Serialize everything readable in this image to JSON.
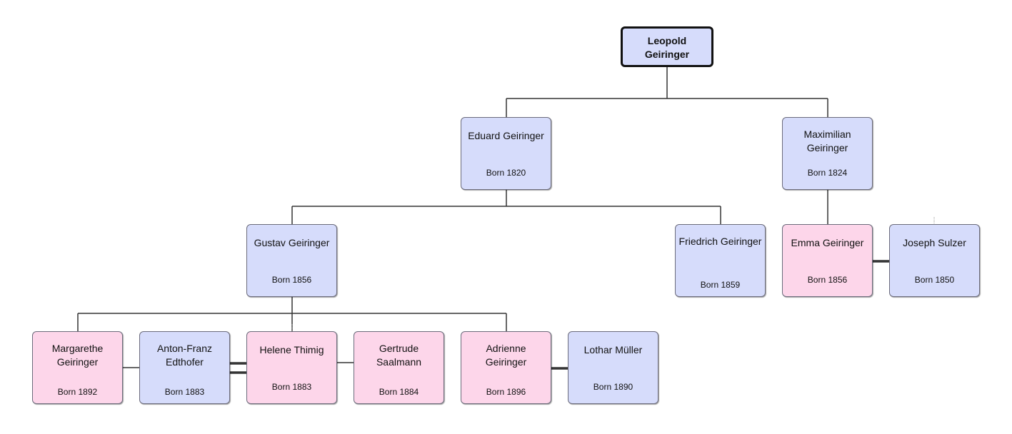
{
  "people": {
    "leopold": {
      "name": "Leopold Geiringer",
      "born": ""
    },
    "eduard": {
      "name": "Eduard Geiringer",
      "born": "Born 1820"
    },
    "maximilian": {
      "name": "Maximilian Geiringer",
      "born": "Born 1824"
    },
    "gustav": {
      "name": "Gustav Geiringer",
      "born": "Born 1856"
    },
    "friedrich": {
      "name": "Friedrich Geiringer",
      "born": "Born 1859"
    },
    "emma": {
      "name": "Emma Geiringer",
      "born": "Born 1856"
    },
    "joseph": {
      "name": "Joseph Sulzer",
      "born": "Born 1850"
    },
    "margarethe": {
      "name": "Margarethe Geiringer",
      "born": "Born 1892"
    },
    "anton": {
      "name": "Anton-Franz Edthofer",
      "born": "Born 1883"
    },
    "helene": {
      "name": "Helene Thimig",
      "born": "Born 1883"
    },
    "gertrude": {
      "name": "Gertrude Saalmann",
      "born": "Born 1884"
    },
    "adrienne": {
      "name": "Adrienne Geiringer",
      "born": "Born 1896"
    },
    "lothar": {
      "name": "Lothar Müller",
      "born": "Born 1890"
    }
  },
  "colors": {
    "male": "#d6dcfb",
    "female": "#fdd6ea",
    "line": "#333333"
  }
}
